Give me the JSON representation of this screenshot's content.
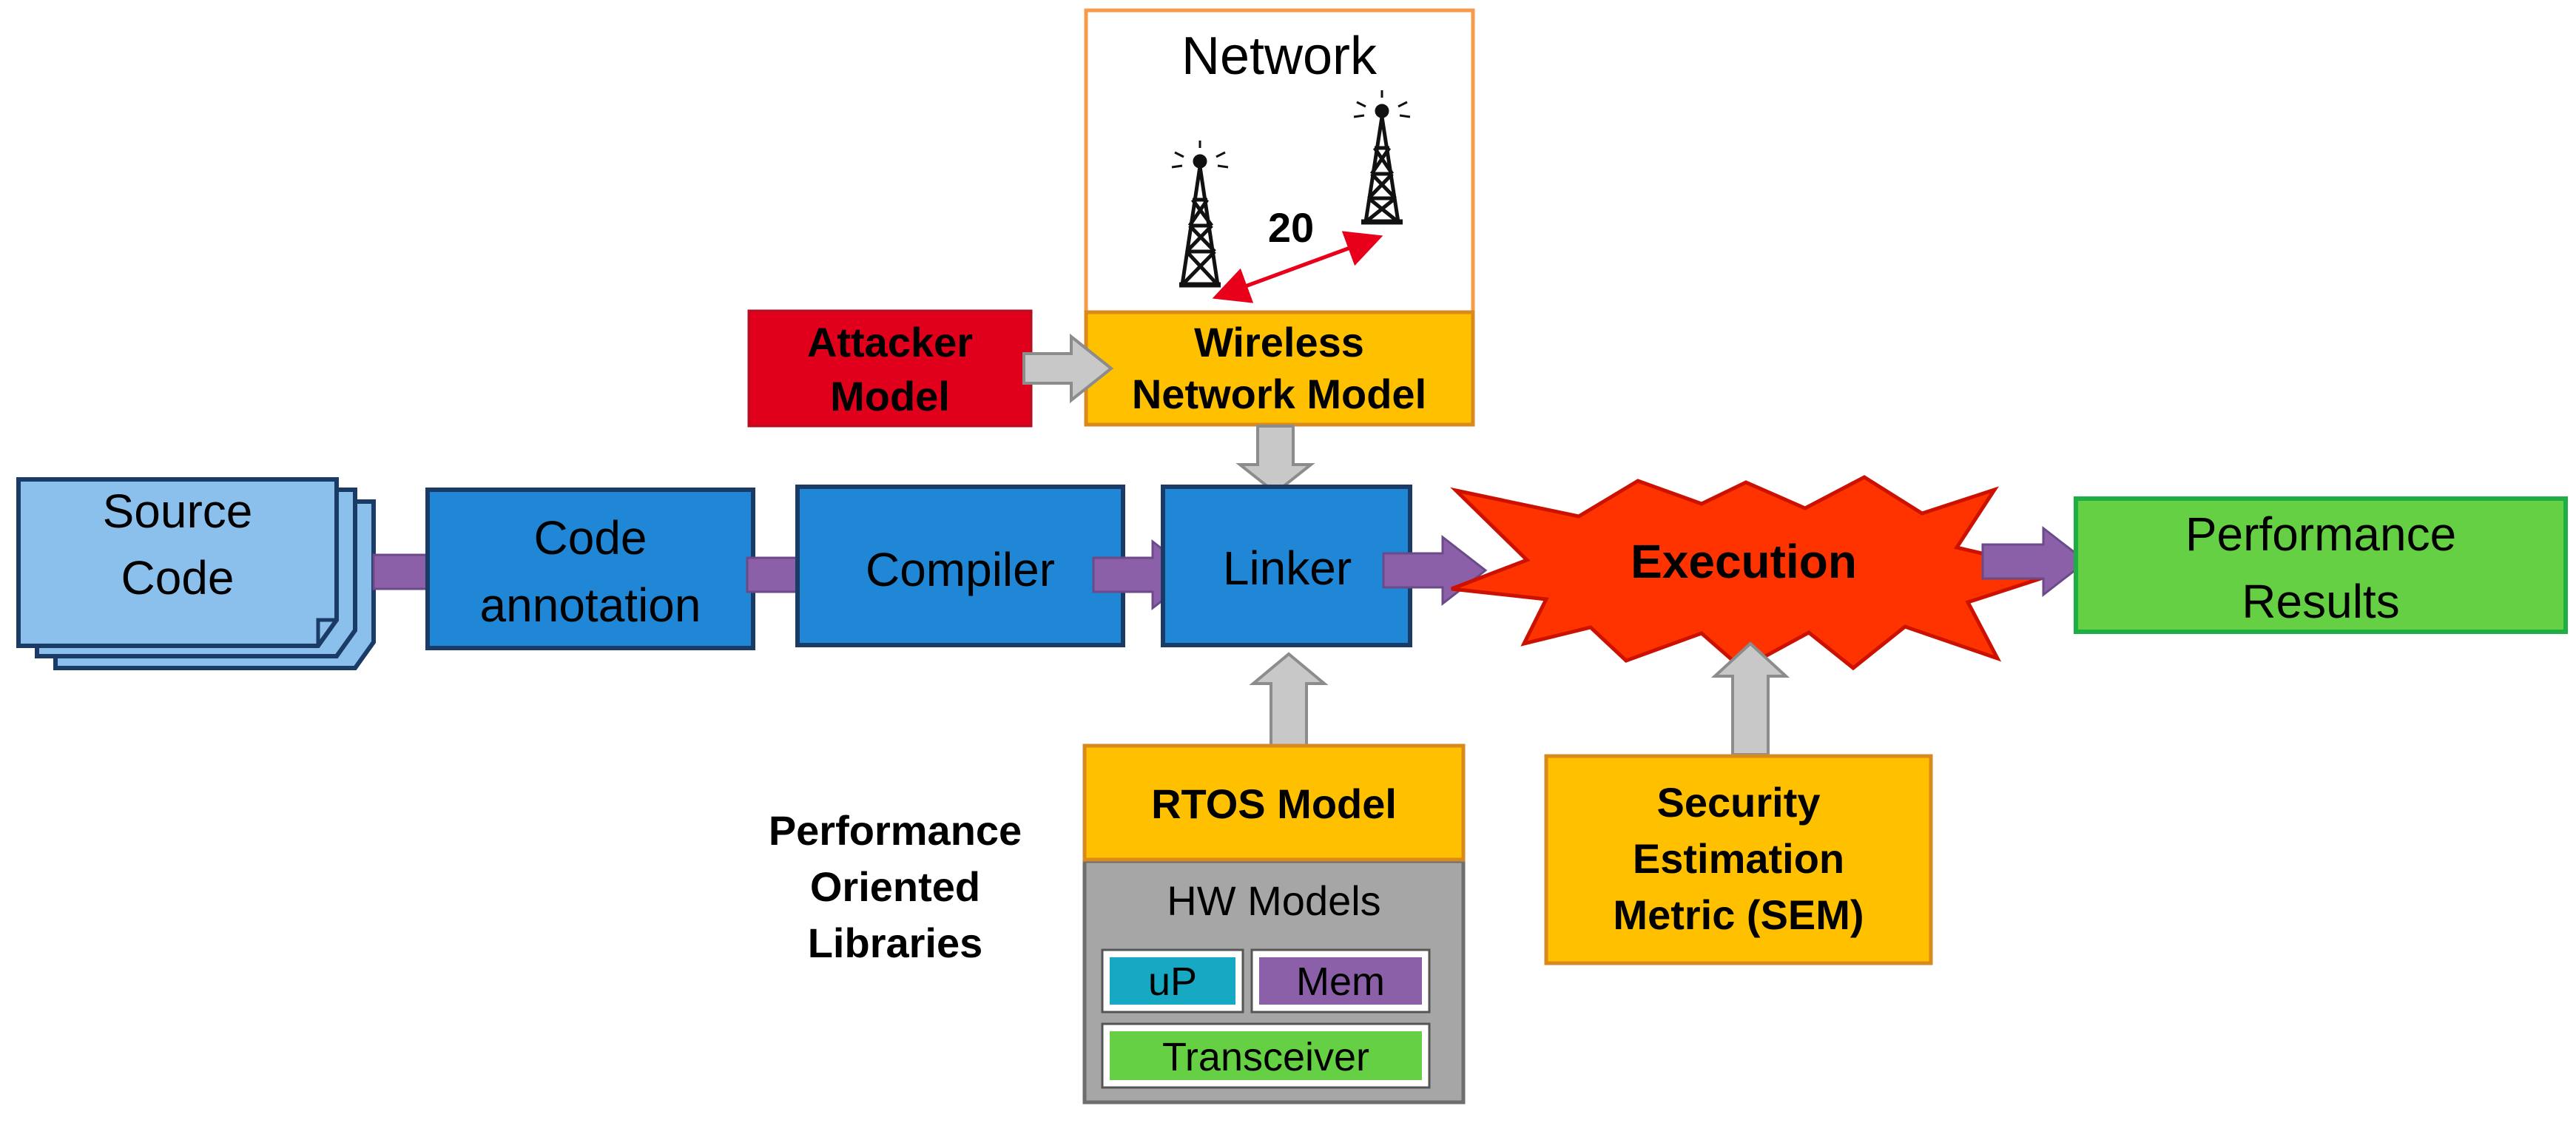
{
  "network": {
    "title": "Network",
    "distance_label": "20"
  },
  "attacker_model": {
    "line1": "Attacker",
    "line2": "Model"
  },
  "wireless_network_model": {
    "line1": "Wireless",
    "line2": "Network Model"
  },
  "source_code": {
    "line1": "Source",
    "line2": "Code"
  },
  "code_annotation": {
    "line1": "Code",
    "line2": "annotation"
  },
  "compiler": {
    "label": "Compiler"
  },
  "linker": {
    "label": "Linker"
  },
  "execution": {
    "label": "Execution"
  },
  "performance_results": {
    "line1": "Performance",
    "line2": "Results"
  },
  "rtos_model": {
    "label": "RTOS Model"
  },
  "hw_models": {
    "title": "HW Models",
    "items": [
      "uP",
      "Mem",
      "Transceiver"
    ]
  },
  "performance_libraries": {
    "line1": "Performance",
    "line2": "Oriented",
    "line3": "Libraries"
  },
  "sem": {
    "line1": "Security",
    "line2": "Estimation",
    "line3": "Metric (SEM)"
  },
  "colors": {
    "blue_box": "#1f87d6",
    "blue_border": "#1a3b66",
    "source_fill": "#8cc0ec",
    "orange_box": "#ffc000",
    "orange_border": "#d98a1f",
    "red_box": "#e0001b",
    "green_box": "#66d044",
    "green_border": "#1fae45",
    "purple_arrow": "#8c60a8",
    "gray_arrow": "#c8c8c8",
    "execution_fill": "#ff3300"
  }
}
